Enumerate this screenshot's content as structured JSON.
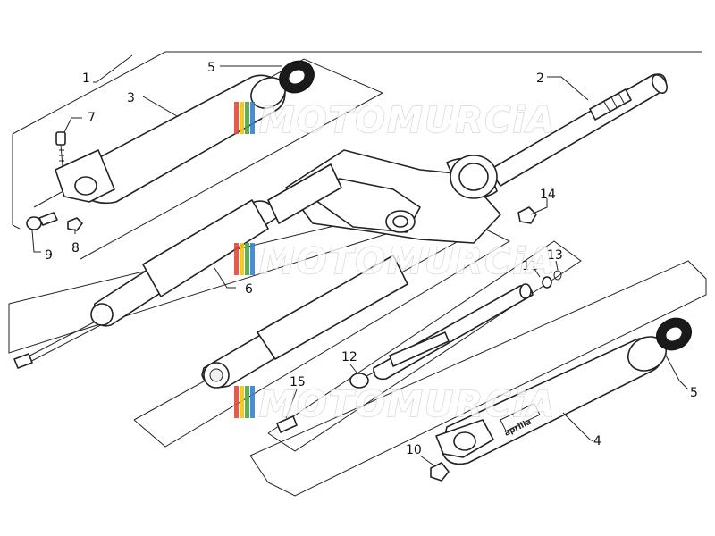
{
  "callouts": {
    "c1": "1",
    "c2": "2",
    "c3": "3",
    "c4": "4",
    "c5a": "5",
    "c5b": "5",
    "c6": "6",
    "c7": "7",
    "c8": "8",
    "c9": "9",
    "c10": "10",
    "c11": "11",
    "c12": "12",
    "c13": "13",
    "c14": "14",
    "c15": "15"
  },
  "watermark": {
    "text": "MOTOMURCiA",
    "stripe_colors": [
      "#e04a3a",
      "#f0c419",
      "#4aa84a",
      "#3a7fd0"
    ]
  },
  "stamp": {
    "text": "aprilia"
  },
  "colors": {
    "line": "#222222",
    "background": "#ffffff",
    "seal": "#1a1a1a"
  }
}
